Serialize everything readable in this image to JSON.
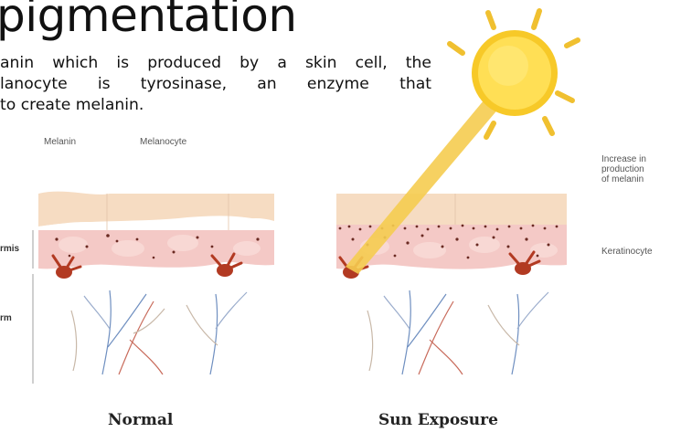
{
  "title": "pigmentation",
  "paragraph": {
    "lines": [
      "anin which is produced by a skin cell, the",
      "lanocyte is tyrosinase, an enzyme that",
      "to create melanin."
    ]
  },
  "labels": {
    "melanin": "Melanin",
    "melanocyte": "Melanocyte",
    "epidermis_partial": "rmis",
    "dermis_partial": "rm",
    "increase_line1": "Increase in",
    "increase_line2": "production",
    "increase_line3": "of melanin",
    "keratinocyte": "Keratinocyte"
  },
  "captions": {
    "normal": "Normal",
    "sun_exposure": "Sun Exposure"
  },
  "colors": {
    "sun": "#f7c928",
    "sun_core": "#ffe57a",
    "ray": "#f5cc50",
    "stratum": "#f6dcc2",
    "epidermis": "#f4c9c6",
    "melanin_dot": "#6a2a22",
    "melanocyte": "#b23a22",
    "vein": "#6f8fc0",
    "artery": "#c86a5a"
  }
}
